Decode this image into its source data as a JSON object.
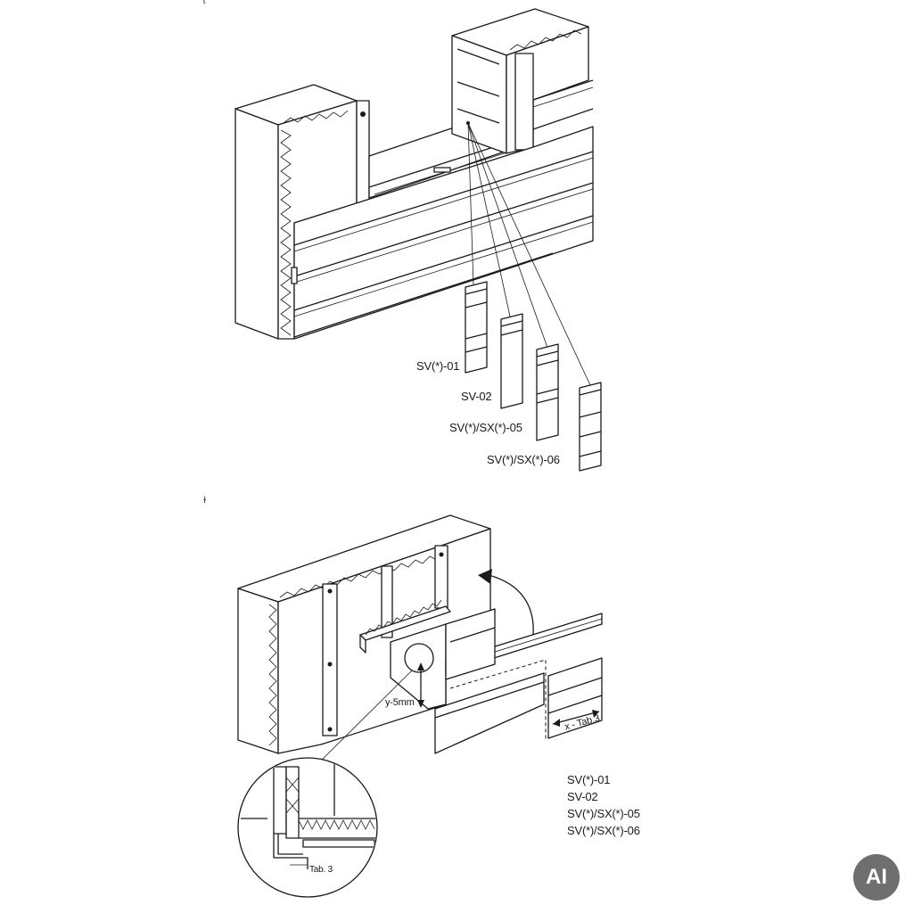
{
  "figure_top": {
    "marker": "ɩ",
    "labels": {
      "sv01": "SV(*)-01",
      "sv02": "SV-02",
      "sv05": "SV(*)/SX(*)-05",
      "sv06": "SV(*)/SX(*)-06"
    }
  },
  "figure_bottom": {
    "marker": "ɫ",
    "dim_y": "y-5mm",
    "dim_x": "x - Tab.3",
    "detail_tab": "Tab. 3",
    "legend": [
      "SV(*)-01",
      "SV-02",
      "SV(*)/SX(*)-05",
      "SV(*)/SX(*)-06"
    ]
  },
  "badge": {
    "text": "AI",
    "color": "#6f6f6f"
  }
}
